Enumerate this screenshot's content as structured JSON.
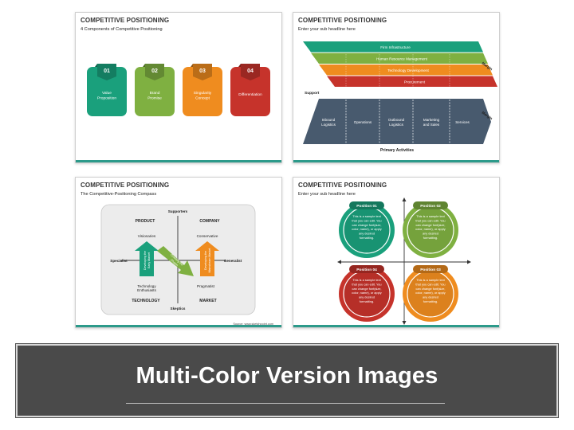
{
  "slides": [
    {
      "title": "COMPETITIVE POSITIONING",
      "subtitle": "4 Components of Competitive Positioning",
      "cards": [
        {
          "num": "01",
          "label1": "Value",
          "label2": "Proposition",
          "color": "#1aa07c"
        },
        {
          "num": "02",
          "label1": "Brand",
          "label2": "Promise",
          "color": "#7fb041"
        },
        {
          "num": "03",
          "label1": "Singularity",
          "label2": "Concept",
          "color": "#ef8c1f"
        },
        {
          "num": "04",
          "label1": "Differentiation",
          "label2": "",
          "color": "#c6332b"
        }
      ]
    },
    {
      "title": "COMPETITIVE POSITIONING",
      "subtitle": "Enter your sub headline here",
      "support_rows": [
        "Firm Infrastructure",
        "Human Resource Management",
        "Technology Development",
        "Procurement"
      ],
      "support_label": "Support",
      "margin_label": "Margin",
      "primary": [
        "Inbound|Logistics",
        "Operations",
        "Outbound|Logistics",
        "Marketing|and Sales",
        "Services"
      ],
      "primary_label": "Primary Activities"
    },
    {
      "title": "COMPETITIVE POSITIONING",
      "subtitle": "The Competitive-Positioning Compass",
      "supporters": "Supporters",
      "skeptics": "Skeptics",
      "specialist": "Specialist",
      "generalist": "Generalist",
      "product": "PRODUCT",
      "company": "COMPANY",
      "technology": "TECHNOLOGY",
      "market": "MARKET",
      "visionaries": "Visionaries",
      "conservative": "Conservative",
      "tech_enthusiasts1": "Technology",
      "tech_enthusiasts2": "Enthusiasts",
      "pragmatist": "Pragmatist",
      "arrow1": "Developing the|Early Market",
      "arrow2": "Crossing the|Chasm",
      "arrow3": "Developing the|Mainstream Market",
      "source": "Source: www.sketchpoint.com"
    },
    {
      "title": "COMPETITIVE POSITIONING",
      "subtitle": "Enter your sub headline here",
      "positions": [
        {
          "title": "Position 01",
          "color": "#1aa07c"
        },
        {
          "title": "Position 02",
          "color": "#7fb041"
        },
        {
          "title": "Position 04",
          "color": "#c6332b"
        },
        {
          "title": "Position 03",
          "color": "#ef8c1f"
        }
      ],
      "sample_lines": [
        "This is a sample text",
        "that you can edit. You",
        "can change font(size,",
        "color, name), or apply",
        "any desired",
        "formatting."
      ]
    }
  ],
  "banner": {
    "text": "Multi-Color Version Images"
  }
}
